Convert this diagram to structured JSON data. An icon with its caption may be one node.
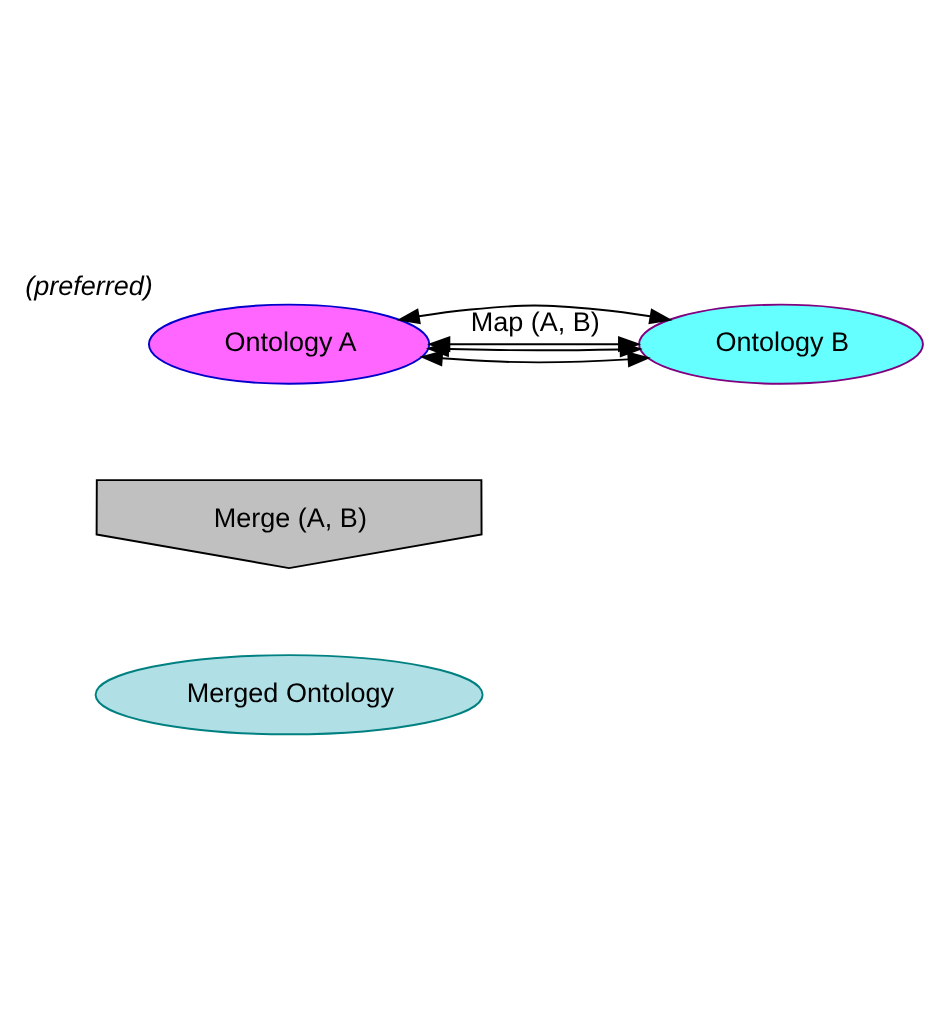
{
  "diagram": {
    "nodes": [
      {
        "text": [
          "Ontology A"
        ],
        "beside": [
          "(preferred)"
        ]
      },
      {
        "text": [
          "Ontology B"
        ]
      },
      {
        "text": [
          "Merge (A, B)"
        ]
      },
      {
        "text": [
          "Merged Ontology"
        ]
      }
    ],
    "edges": [
      {
        "from": 0,
        "to": 1,
        "arrow": "both"
      },
      {
        "from": 0,
        "to": 1,
        "arrow": "both",
        "label": "Map (A, B)"
      },
      {
        "from": 0,
        "to": 1,
        "arrow": "both"
      },
      {
        "from": 0,
        "to": 1,
        "arrow": "both"
      }
    ]
  }
}
